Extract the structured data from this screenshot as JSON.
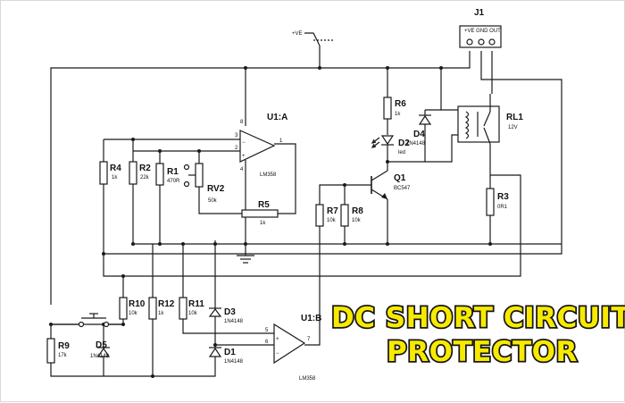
{
  "title": {
    "line1": "DC SHORT CIRCUIT",
    "line2": "PROTECTOR"
  },
  "supply": {
    "label": "+VE"
  },
  "connector": {
    "ref": "J1",
    "pins": "+VE GND OUT"
  },
  "opamp_a": {
    "ref": "U1:A",
    "part": "LM358",
    "pin_in_neg": "3",
    "pin_in_pos": "2",
    "pin_out": "1",
    "pin_v": "8",
    "pin_g": "4"
  },
  "opamp_b": {
    "ref": "U1:B",
    "part": "LM358",
    "pin_a": "5",
    "pin_b": "6",
    "pin_out": "7"
  },
  "parts": {
    "R1": {
      "ref": "R1",
      "value": "470R"
    },
    "R2": {
      "ref": "R2",
      "value": "22k"
    },
    "R3": {
      "ref": "R3",
      "value": "0R1"
    },
    "R4": {
      "ref": "R4",
      "value": "1k"
    },
    "R5": {
      "ref": "R5",
      "value": "1k"
    },
    "R6": {
      "ref": "R6",
      "value": "1k"
    },
    "R7": {
      "ref": "R7",
      "value": "10k"
    },
    "R8": {
      "ref": "R8",
      "value": "10k"
    },
    "R9": {
      "ref": "R9",
      "value": "17k"
    },
    "R10": {
      "ref": "R10",
      "value": "10k"
    },
    "R11": {
      "ref": "R11",
      "value": "10k"
    },
    "R12": {
      "ref": "R12",
      "value": "1k"
    },
    "RV2": {
      "ref": "RV2",
      "value": "50k"
    },
    "D1": {
      "ref": "D1",
      "value": "1N4148"
    },
    "D2": {
      "ref": "D2",
      "value": "led"
    },
    "D3": {
      "ref": "D3",
      "value": "1N4148"
    },
    "D4": {
      "ref": "D4",
      "value": "1N4148"
    },
    "D5": {
      "ref": "D5",
      "value": "1N4148"
    },
    "Q1": {
      "ref": "Q1",
      "value": "BC547"
    },
    "RL1": {
      "ref": "RL1",
      "value": "12V"
    }
  },
  "colors": {
    "title_fill": "#f7ea00",
    "title_outline": "#151515",
    "wire": "#1a1a1a"
  },
  "icons": [
    "ground-icon",
    "supply-terminal-icon",
    "push-switch-icon",
    "relay-coil-icon",
    "led-icon"
  ]
}
